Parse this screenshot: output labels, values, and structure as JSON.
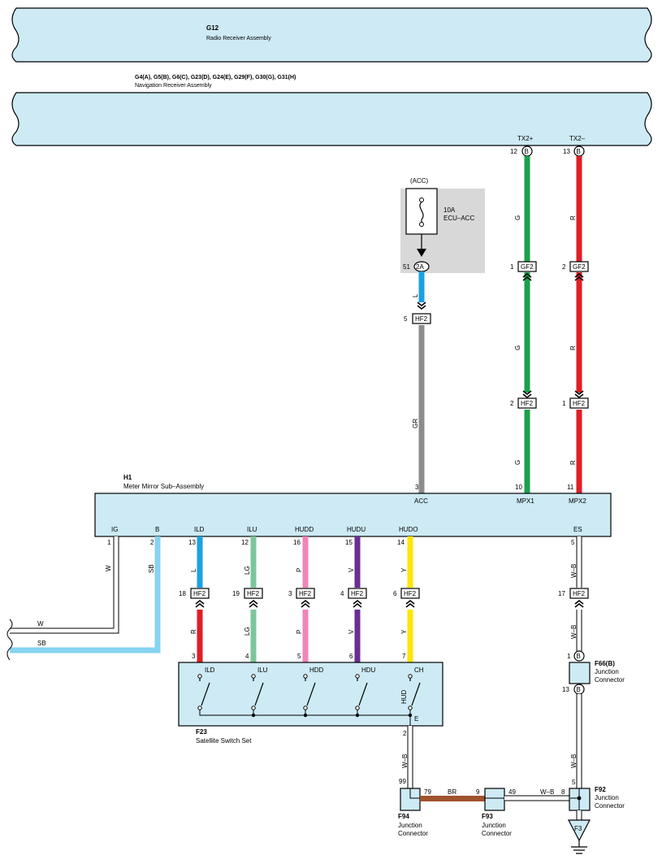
{
  "components": {
    "g12": {
      "code": "G12",
      "name": "Radio Receiver Assembly"
    },
    "nav": {
      "code": "G4(A), G5(B), G6(C), G23(D), G24(E), G29(F), G30(G), G31(H)",
      "name": "Navigation Receiver Assembly"
    },
    "fuse": {
      "supply": "(ACC)",
      "rating": "10A",
      "name": "ECU–ACC",
      "pin": "51",
      "connector": "2A"
    },
    "h1": {
      "code": "H1",
      "name": "Meter Mirror Sub–Assembly"
    },
    "f23": {
      "code": "F23",
      "name": "Satellite Switch Set"
    },
    "f66": {
      "code": "F66(B)",
      "name1": "Junction",
      "name2": "Connector"
    },
    "f92": {
      "code": "F92",
      "name1": "Junction",
      "name2": "Connector"
    },
    "f93": {
      "code": "F93",
      "name1": "Junction",
      "name2": "Connector"
    },
    "f94": {
      "code": "F94",
      "name1": "Junction",
      "name2": "Connector"
    },
    "ground": {
      "code": "F3"
    }
  },
  "nav_pins": {
    "tx2p": {
      "signal": "TX2+",
      "pin": "12",
      "conn": "B"
    },
    "tx2m": {
      "signal": "TX2–",
      "pin": "13",
      "conn": "B"
    }
  },
  "h1_terminals": {
    "acc": {
      "label": "ACC",
      "pin": "3"
    },
    "mpx1": {
      "label": "MPX1",
      "pin": "10"
    },
    "mpx2": {
      "label": "MPX2",
      "pin": "11"
    },
    "ig": {
      "label": "IG",
      "pin": "1"
    },
    "b": {
      "label": "B",
      "pin": "2"
    },
    "ild": {
      "label": "ILD",
      "pin": "13"
    },
    "ilu": {
      "label": "ILU",
      "pin": "12"
    },
    "hudd": {
      "label": "HUDD",
      "pin": "16"
    },
    "hudu": {
      "label": "HUDU",
      "pin": "15"
    },
    "hudo": {
      "label": "HUDO",
      "pin": "14"
    },
    "es": {
      "label": "ES",
      "pin": "5"
    }
  },
  "connectors": {
    "hf2_acc": {
      "name": "HF2",
      "pin": "5"
    },
    "gf2_1": {
      "name": "GF2",
      "pin": "1"
    },
    "gf2_2": {
      "name": "GF2",
      "pin": "2"
    },
    "hf2_2": {
      "name": "HF2",
      "pin": "2"
    },
    "hf2_1": {
      "name": "HF2",
      "pin": "1"
    },
    "hf2_18": {
      "name": "HF2",
      "pin": "18"
    },
    "hf2_19": {
      "name": "HF2",
      "pin": "19"
    },
    "hf2_3": {
      "name": "HF2",
      "pin": "3"
    },
    "hf2_4": {
      "name": "HF2",
      "pin": "4"
    },
    "hf2_6": {
      "name": "HF2",
      "pin": "6"
    },
    "hf2_17": {
      "name": "HF2",
      "pin": "17"
    }
  },
  "wire_colors": {
    "acc_upper": "L",
    "acc_lower": "GR",
    "mpx1": "G",
    "mpx2": "R",
    "ig": "W",
    "b": "SB",
    "ild_top": "L",
    "ilu_top": "LG",
    "hudd_top": "P",
    "hudu_top": "V",
    "hudo_top": "Y",
    "ild_bot": "R",
    "ilu_bot": "LG",
    "hudd_bot": "P",
    "hudu_bot": "V",
    "hudo_bot": "Y",
    "es_top": "W–B",
    "es_mid": "W–B",
    "es_bot": "W–B",
    "f23_out": "W–B",
    "br": "BR",
    "f93_out": "W–B"
  },
  "f23_pins": {
    "ild": {
      "label": "ILD",
      "pin": "3"
    },
    "ilu": {
      "label": "ILU",
      "pin": "4"
    },
    "hdd": {
      "label": "HDD",
      "pin": "5"
    },
    "hdu": {
      "label": "HDU",
      "pin": "6"
    },
    "ch": {
      "label": "CH",
      "pin": "7"
    },
    "hud": "HUD",
    "e": {
      "label": "E",
      "pin": "2"
    }
  },
  "junction_pins": {
    "f66_top": "1",
    "f66_bot": "13",
    "f66_conn": "B",
    "f94_in": "99",
    "f94_out": "79",
    "f93_in": "9",
    "f93_out": "49",
    "f92_in": "8",
    "f92_top": "5"
  },
  "colors": {
    "component_fill": "#cdeaf5",
    "green": "#1aa14a",
    "red": "#e01e26",
    "blue": "#1ba1e2",
    "gray": "#8c8c8c",
    "light_green": "#7cc79a",
    "pink": "#ef85b9",
    "violet": "#6a2e93",
    "yellow": "#ffe600",
    "sky_blue": "#86d3f2",
    "brown": "#a0522d",
    "fuse_box": "#d8d8d8"
  }
}
